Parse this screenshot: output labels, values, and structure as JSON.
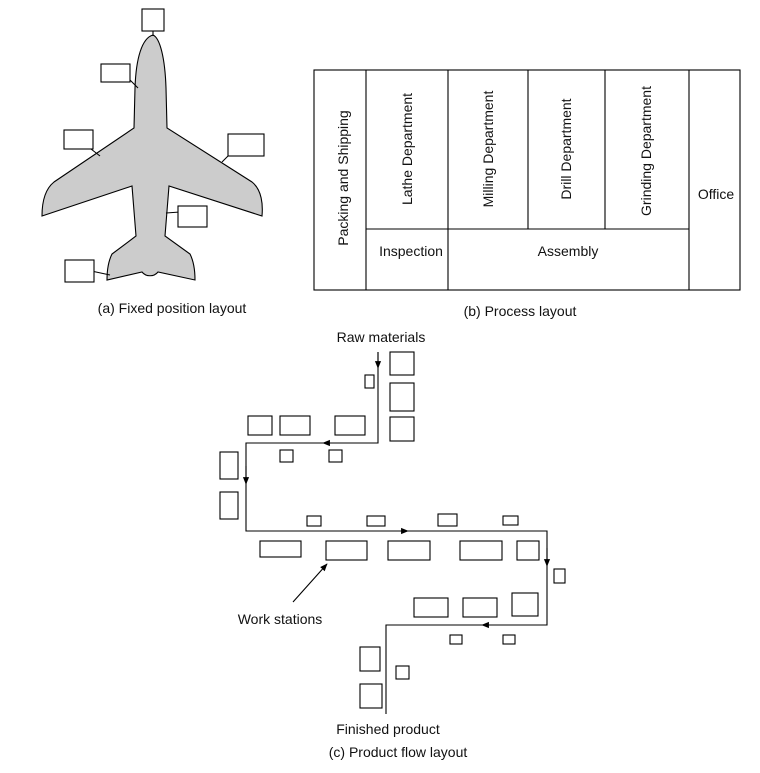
{
  "figure_a": {
    "caption": "(a) Fixed position layout"
  },
  "figure_b": {
    "caption": "(b) Process layout",
    "departments": {
      "packing": "Packing and Shipping",
      "lathe": "Lathe Department",
      "milling": "Milling Department",
      "drill": "Drill Department",
      "grinding": "Grinding Department",
      "office": "Office",
      "inspection": "Inspection",
      "assembly": "Assembly"
    }
  },
  "figure_c": {
    "caption": "(c) Product flow layout",
    "raw_materials": "Raw materials",
    "work_stations": "Work stations",
    "finished_product": "Finished product"
  },
  "colors": {
    "airplane_fill": "#cccccc",
    "line": "#000000"
  }
}
